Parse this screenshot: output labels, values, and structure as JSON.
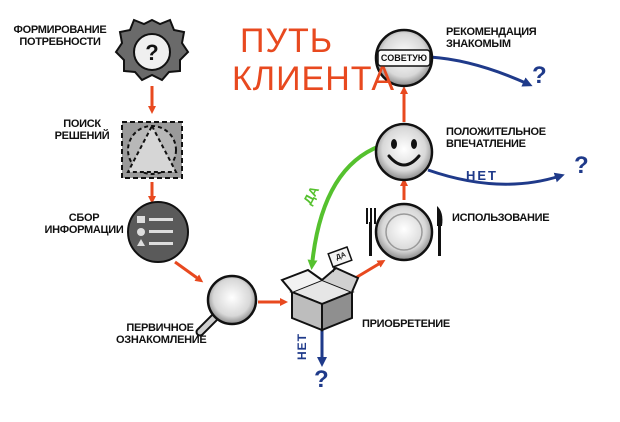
{
  "title": {
    "line1": "ПУТЬ",
    "line2": "КЛИЕНТА"
  },
  "steps": {
    "need": {
      "label_l1": "ФОРМИРОВАНИЕ",
      "label_l2": "ПОТРЕБНОСТИ",
      "icon": "question-gear-icon"
    },
    "search": {
      "label_l1": "ПОИСК",
      "label_l2": "РЕШЕНИЙ",
      "icon": "shapes-icon"
    },
    "info": {
      "label_l1": "СБОР",
      "label_l2": "ИНФОРМАЦИИ",
      "icon": "checklist-icon"
    },
    "acquaint": {
      "label_l1": "ПЕРВИЧНОЕ",
      "label_l2": "ОЗНАКОМЛЕНИЕ",
      "icon": "magnifier-icon"
    },
    "purchase": {
      "label": "ПРИОБРЕТЕНИЕ",
      "icon": "box-icon",
      "tag": "ДА"
    },
    "usage": {
      "label": "ИСПОЛЬЗОВАНИЕ",
      "icon": "plate-icon"
    },
    "impression": {
      "label_l1": "ПОЛОЖИТЕЛЬНОЕ",
      "label_l2": "ВПЕЧАТЛЕНИЕ",
      "icon": "smiley-icon"
    },
    "recommend": {
      "label_l1": "РЕКОМЕНДАЦИЯ",
      "label_l2": "ЗНАКОМЫМ",
      "icon": "advise-badge-icon",
      "badge": "СОВЕТУЮ"
    }
  },
  "branches": {
    "yes": "ДА",
    "no_purchase": "НЕТ",
    "no_impression": "НЕТ",
    "unknown": "?"
  },
  "colors": {
    "accent": "#e8491f",
    "yes": "#55c12e",
    "no": "#1f3a8a",
    "ink": "#111111"
  }
}
